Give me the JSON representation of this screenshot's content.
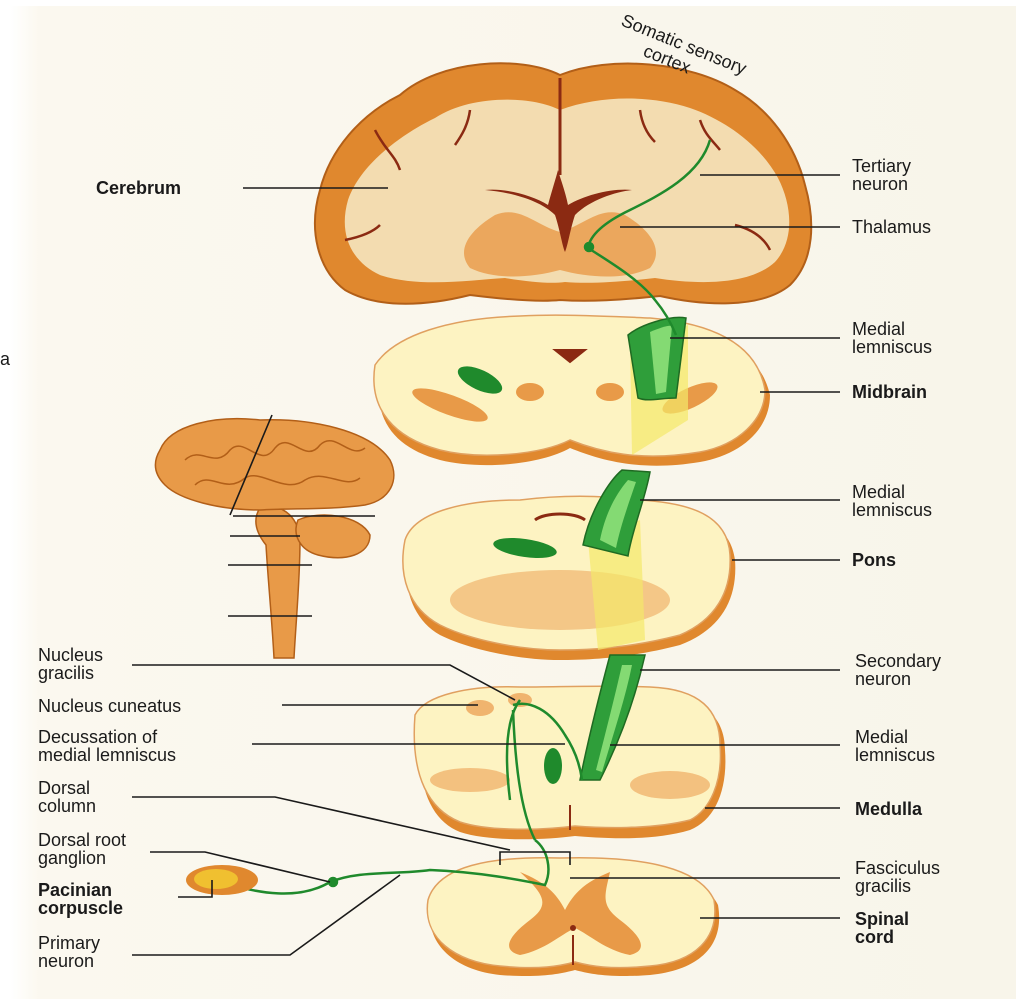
{
  "colors": {
    "background": "#fbf8f0",
    "orange": "#e0882e",
    "light_orange": "#f0b46e",
    "cream": "#fdf3c2",
    "dark_red": "#8b2a12",
    "green": "#1f8a2c",
    "light_green": "#8ee07a",
    "yellow": "#f4e86a"
  },
  "labels": {
    "somatic_sensory_cortex": "Somatic sensory\ncortex",
    "cerebrum": "Cerebrum",
    "tertiary_neuron": "Tertiary\nneuron",
    "thalamus": "Thalamus",
    "medial_lemniscus_1": "Medial\nlemniscus",
    "midbrain": "Midbrain",
    "medial_lemniscus_2": "Medial\nlemniscus",
    "pons": "Pons",
    "secondary_neuron": "Secondary\nneuron",
    "medial_lemniscus_3": "Medial\nlemniscus",
    "medulla": "Medulla",
    "fasciculus_gracilis": "Fasciculus\ngracilis",
    "spinal_cord": "Spinal\ncord",
    "nucleus_gracilis": "Nucleus\ngracilis",
    "nucleus_cuneatus": "Nucleus cuneatus",
    "decussation": "Decussation of\nmedial lemniscus",
    "dorsal_column": "Dorsal\ncolumn",
    "dorsal_root_ganglion": "Dorsal root\nganglion",
    "pacinian_corpuscle": "Pacinian\ncorpuscle",
    "primary_neuron": "Primary\nneuron",
    "edge_fragment": "a"
  }
}
